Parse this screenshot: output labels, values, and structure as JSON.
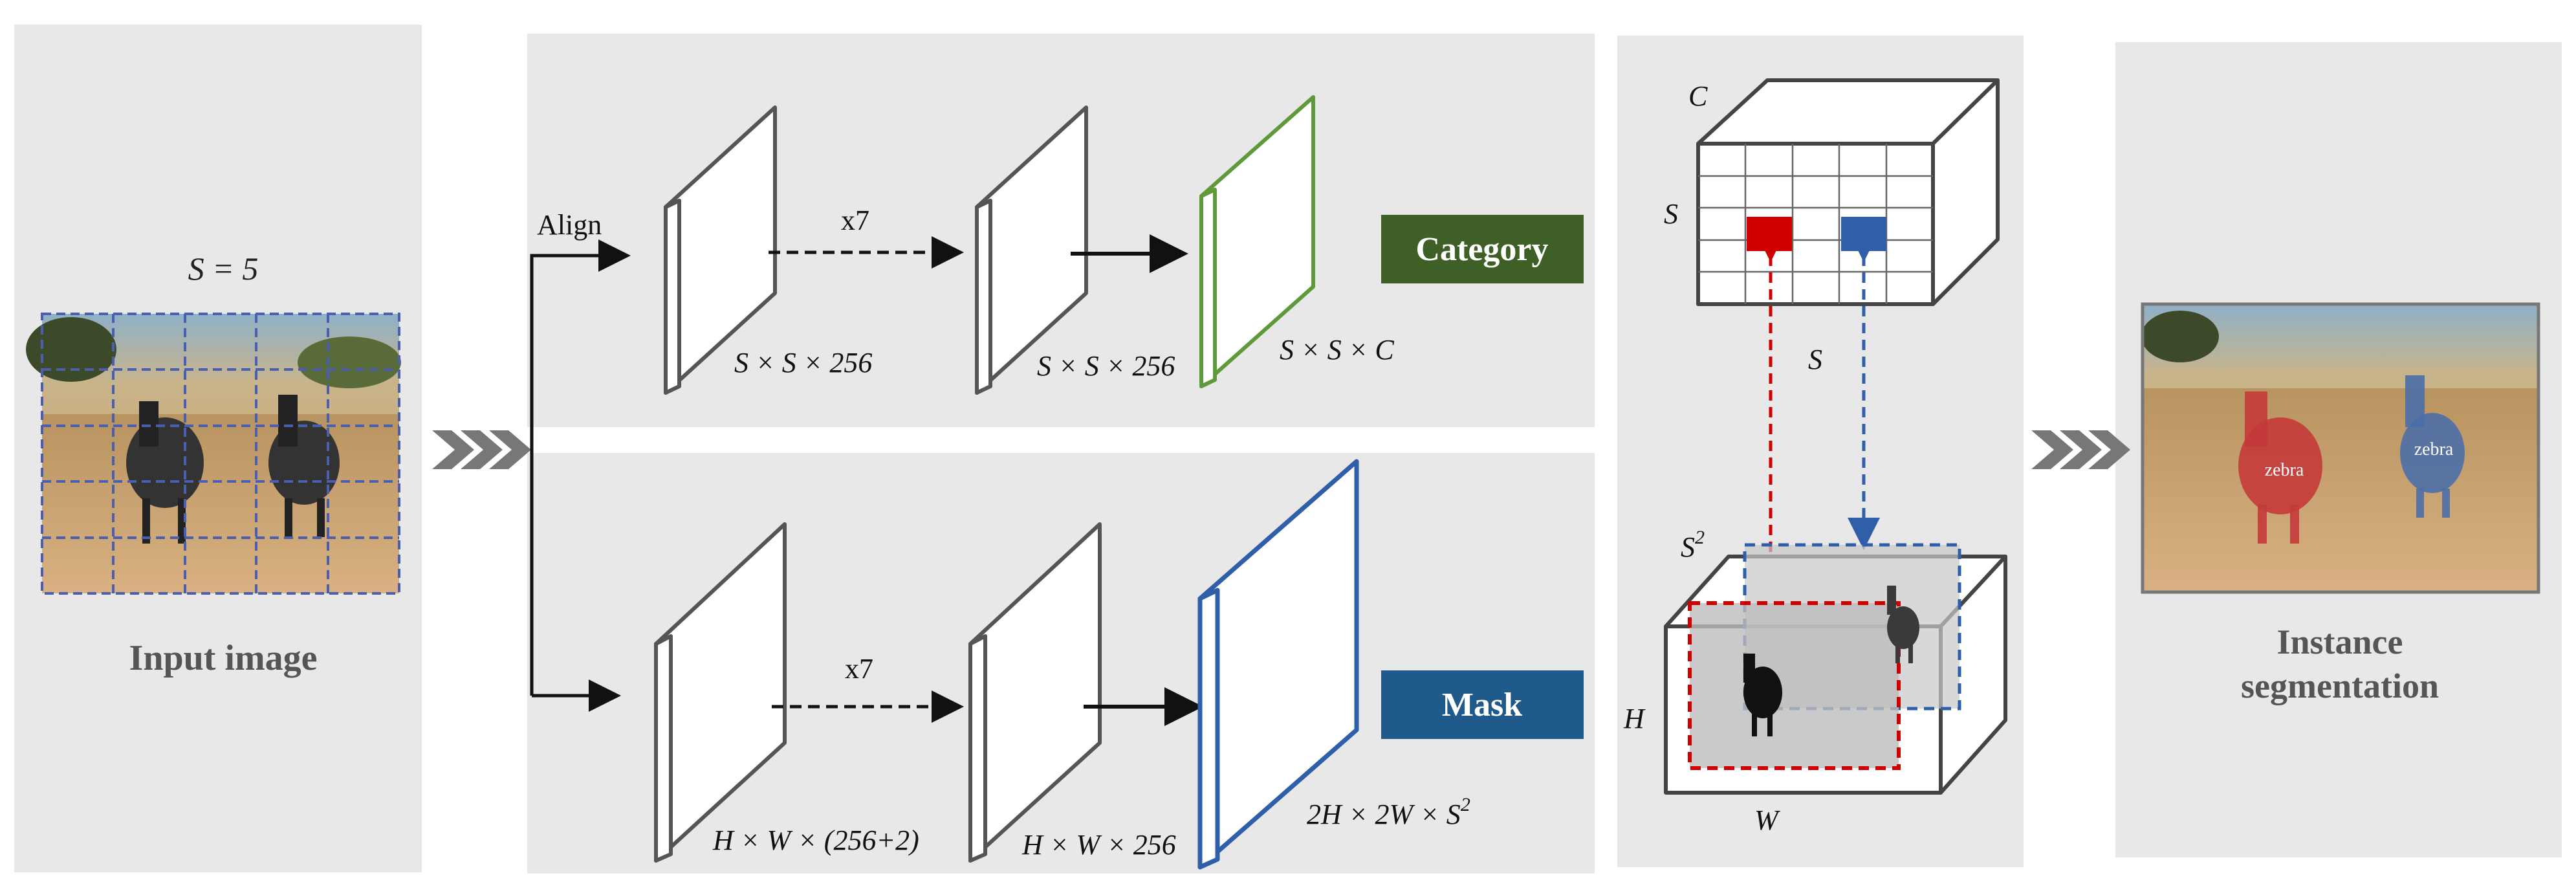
{
  "input_panel": {
    "grid_label": "S = 5",
    "title": "Input image"
  },
  "branches": {
    "align_label": "Align",
    "category": {
      "repeat_label": "x7",
      "dim1": "S × S × 256",
      "dim2": "S × S × 256",
      "dim3": "S × S × C",
      "output_label": "Category"
    },
    "mask": {
      "repeat_label": "x7",
      "dim1": "H × W × (256+2)",
      "dim2": "H × W × 256",
      "dim3": "2H × 2W × S",
      "dim3_sup": "2",
      "output_label": "Mask"
    }
  },
  "tensor_panel": {
    "top_c": "C",
    "top_s_left": "S",
    "top_s_bottom": "S",
    "bottom_s2": "S",
    "bottom_s2_sup": "2",
    "bottom_h": "H",
    "bottom_w": "W"
  },
  "output_panel": {
    "title_line1": "Instance",
    "title_line2": "segmentation",
    "label_zebra_1": "zebra",
    "label_zebra_2": "zebra"
  },
  "colors": {
    "panel": "#e8e8e8",
    "category_green": "#3e5f25",
    "mask_blue": "#1f5a8a",
    "green_layer": "#5f9a3a",
    "blue_layer": "#2f5fa8",
    "red_cell": "#d10000",
    "blue_cell": "#2f5fa8",
    "chevron": "#777777"
  },
  "icons": [
    "chevron-arrow-icon",
    "arrow-icon",
    "dashed-arrow-icon"
  ]
}
